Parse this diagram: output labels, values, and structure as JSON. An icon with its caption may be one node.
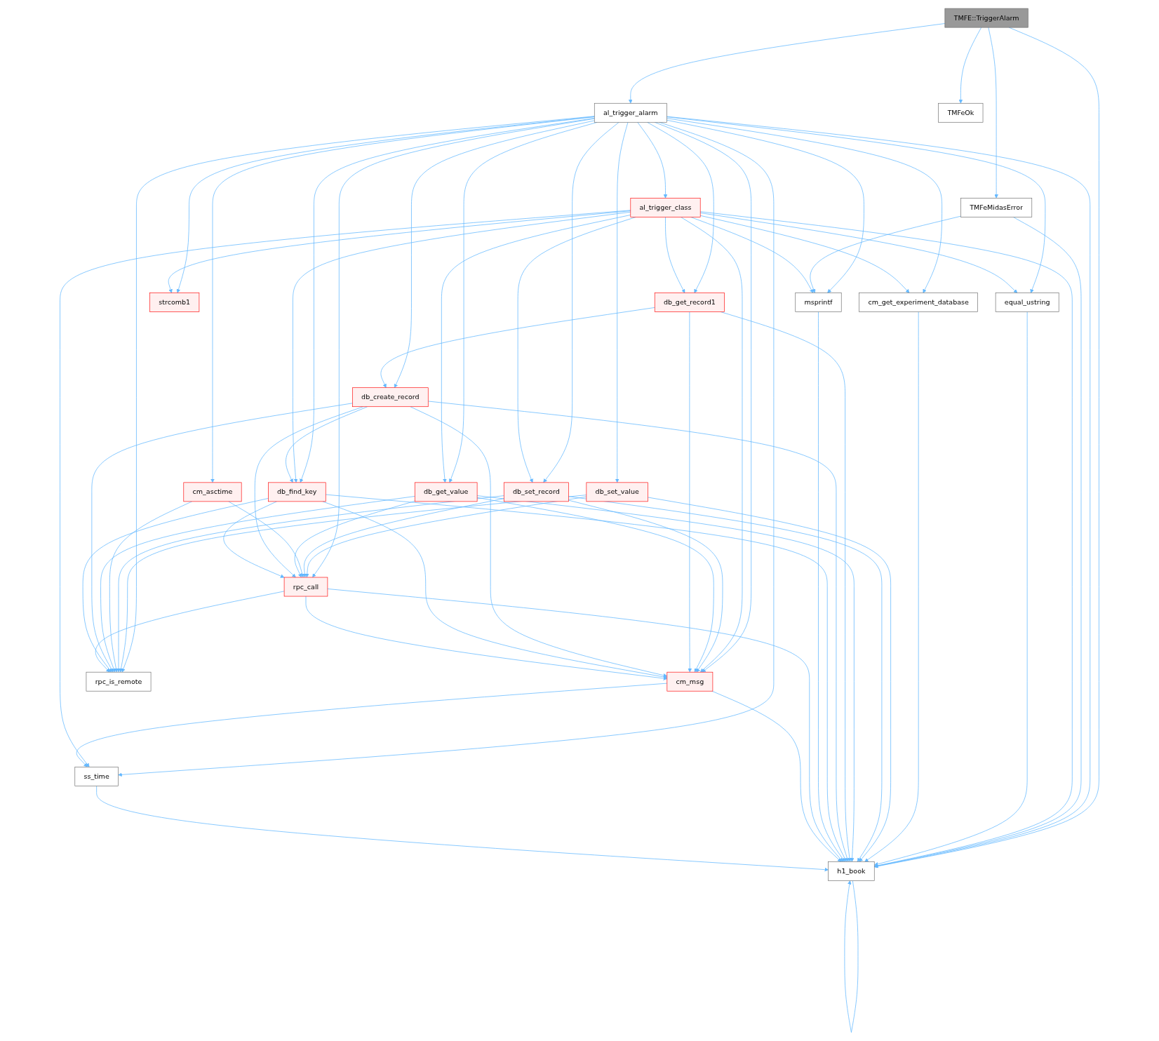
{
  "diagram": {
    "nodes": [
      {
        "text": [
          "TMFE::TriggerAlarm"
        ]
      },
      {
        "text": [
          "al_trigger_alarm"
        ]
      },
      {
        "text": [
          "TMFeOk"
        ]
      },
      {
        "text": [
          "TMFeMidasError"
        ]
      },
      {
        "text": [
          "al_trigger_class"
        ]
      },
      {
        "text": [
          "equal_ustring"
        ]
      },
      {
        "text": [
          "cm_get_experiment_database"
        ]
      },
      {
        "text": [
          "db_set_value"
        ]
      },
      {
        "text": [
          "strcomb1"
        ]
      },
      {
        "text": [
          "db_set_record"
        ]
      },
      {
        "text": [
          "cm_asctime"
        ]
      },
      {
        "text": [
          "db_get_value"
        ]
      },
      {
        "text": [
          "db_get_record1"
        ]
      },
      {
        "text": [
          "db_create_record"
        ]
      },
      {
        "text": [
          "db_find_key"
        ]
      },
      {
        "text": [
          "msprintf"
        ]
      },
      {
        "text": [
          "rpc_call"
        ]
      },
      {
        "text": [
          "cm_msg"
        ]
      },
      {
        "text": [
          "rpc_is_remote"
        ]
      },
      {
        "text": [
          "ss_time"
        ]
      },
      {
        "text": [
          "h1_book"
        ]
      }
    ],
    "edges": [
      {
        "from": 0,
        "to": 1,
        "arrow": "to"
      },
      {
        "from": 0,
        "to": 2,
        "arrow": "to"
      },
      {
        "from": 0,
        "to": 3,
        "arrow": "to"
      },
      {
        "from": 0,
        "to": 20,
        "arrow": "to"
      },
      {
        "from": 1,
        "to": 4,
        "arrow": "to"
      },
      {
        "from": 1,
        "to": 5,
        "arrow": "to"
      },
      {
        "from": 1,
        "to": 6,
        "arrow": "to"
      },
      {
        "from": 1,
        "to": 7,
        "arrow": "to"
      },
      {
        "from": 1,
        "to": 8,
        "arrow": "to"
      },
      {
        "from": 1,
        "to": 9,
        "arrow": "to"
      },
      {
        "from": 1,
        "to": 10,
        "arrow": "to"
      },
      {
        "from": 1,
        "to": 11,
        "arrow": "to"
      },
      {
        "from": 1,
        "to": 12,
        "arrow": "to"
      },
      {
        "from": 1,
        "to": 13,
        "arrow": "to"
      },
      {
        "from": 1,
        "to": 14,
        "arrow": "to"
      },
      {
        "from": 1,
        "to": 15,
        "arrow": "to"
      },
      {
        "from": 1,
        "to": 16,
        "arrow": "to"
      },
      {
        "from": 1,
        "to": 17,
        "arrow": "to"
      },
      {
        "from": 1,
        "to": 18,
        "arrow": "to"
      },
      {
        "from": 1,
        "to": 19,
        "arrow": "to"
      },
      {
        "from": 1,
        "to": 20,
        "arrow": "to"
      },
      {
        "from": 3,
        "to": 15,
        "arrow": "to"
      },
      {
        "from": 3,
        "to": 20,
        "arrow": "to"
      },
      {
        "from": 4,
        "to": 5,
        "arrow": "to"
      },
      {
        "from": 4,
        "to": 6,
        "arrow": "to"
      },
      {
        "from": 4,
        "to": 8,
        "arrow": "to"
      },
      {
        "from": 4,
        "to": 9,
        "arrow": "to"
      },
      {
        "from": 4,
        "to": 11,
        "arrow": "to"
      },
      {
        "from": 4,
        "to": 12,
        "arrow": "to"
      },
      {
        "from": 4,
        "to": 14,
        "arrow": "to"
      },
      {
        "from": 4,
        "to": 15,
        "arrow": "to"
      },
      {
        "from": 4,
        "to": 17,
        "arrow": "to"
      },
      {
        "from": 4,
        "to": 19,
        "arrow": "to"
      },
      {
        "from": 4,
        "to": 20,
        "arrow": "to"
      },
      {
        "from": 5,
        "to": 20,
        "arrow": "to"
      },
      {
        "from": 6,
        "to": 20,
        "arrow": "to"
      },
      {
        "from": 7,
        "to": 16,
        "arrow": "to"
      },
      {
        "from": 7,
        "to": 18,
        "arrow": "to"
      },
      {
        "from": 7,
        "to": 20,
        "arrow": "to"
      },
      {
        "from": 9,
        "to": 16,
        "arrow": "to"
      },
      {
        "from": 9,
        "to": 17,
        "arrow": "to"
      },
      {
        "from": 9,
        "to": 18,
        "arrow": "to"
      },
      {
        "from": 9,
        "to": 20,
        "arrow": "to"
      },
      {
        "from": 10,
        "to": 16,
        "arrow": "to"
      },
      {
        "from": 10,
        "to": 18,
        "arrow": "to"
      },
      {
        "from": 11,
        "to": 16,
        "arrow": "to"
      },
      {
        "from": 11,
        "to": 17,
        "arrow": "to"
      },
      {
        "from": 11,
        "to": 18,
        "arrow": "to"
      },
      {
        "from": 11,
        "to": 20,
        "arrow": "to"
      },
      {
        "from": 12,
        "to": 13,
        "arrow": "to"
      },
      {
        "from": 12,
        "to": 17,
        "arrow": "to"
      },
      {
        "from": 12,
        "to": 20,
        "arrow": "to"
      },
      {
        "from": 13,
        "to": 14,
        "arrow": "to"
      },
      {
        "from": 13,
        "to": 16,
        "arrow": "to"
      },
      {
        "from": 13,
        "to": 17,
        "arrow": "to"
      },
      {
        "from": 13,
        "to": 18,
        "arrow": "to"
      },
      {
        "from": 13,
        "to": 20,
        "arrow": "to"
      },
      {
        "from": 14,
        "to": 16,
        "arrow": "to"
      },
      {
        "from": 14,
        "to": 17,
        "arrow": "to"
      },
      {
        "from": 14,
        "to": 18,
        "arrow": "to"
      },
      {
        "from": 14,
        "to": 20,
        "arrow": "to"
      },
      {
        "from": 15,
        "to": 20,
        "arrow": "to"
      },
      {
        "from": 16,
        "to": 17,
        "arrow": "to"
      },
      {
        "from": 16,
        "to": 18,
        "arrow": "to"
      },
      {
        "from": 16,
        "to": 20,
        "arrow": "to"
      },
      {
        "from": 17,
        "to": 19,
        "arrow": "to"
      },
      {
        "from": 17,
        "to": 20,
        "arrow": "to"
      },
      {
        "from": 19,
        "to": 20,
        "arrow": "to"
      },
      {
        "from": 20,
        "to": 20,
        "arrow": "to"
      }
    ]
  }
}
